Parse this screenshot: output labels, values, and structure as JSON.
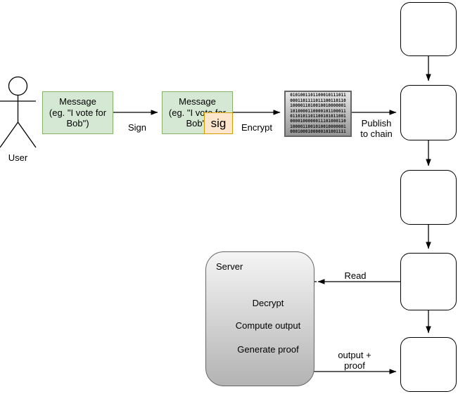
{
  "diagram": {
    "actor": {
      "label": "User"
    },
    "message_box_1": {
      "text": "Message\n(eg. \"I vote for\nBob\")"
    },
    "message_box_2": {
      "text": "Message\n(eg. \"I vote for\nBob\")"
    },
    "sig_badge": {
      "label": "sig"
    },
    "binary_box": {
      "rows": [
        "0101001101100010111011",
        "0001101111011100110110",
        "1000011010010010000001",
        "1010000110000101100011",
        "0110101101100101011001",
        "0000100000011101000110",
        "1000011001010010000001",
        "0001000100000101001111"
      ]
    },
    "edges": {
      "sign_label": "Sign",
      "encrypt_label": "Encrypt",
      "publish_label": "Publish\nto chain",
      "read_label": "Read",
      "output_label": "output +\nproof"
    },
    "server": {
      "label": "Server",
      "steps": [
        "Decrypt",
        "Compute output",
        "Generate proof"
      ]
    },
    "chain": {
      "block_count": 5
    },
    "colors": {
      "message_fill": "#d5e8d4",
      "message_stroke": "#82b366",
      "sig_fill": "#ffe6cc",
      "sig_stroke": "#d79b00",
      "server_fill_top": "#f5f5f5",
      "server_fill_bottom": "#b3b3b3",
      "gray_stroke": "#666666",
      "binary_fill_top": "#e6e6e6",
      "binary_fill_bottom": "#969696"
    }
  }
}
